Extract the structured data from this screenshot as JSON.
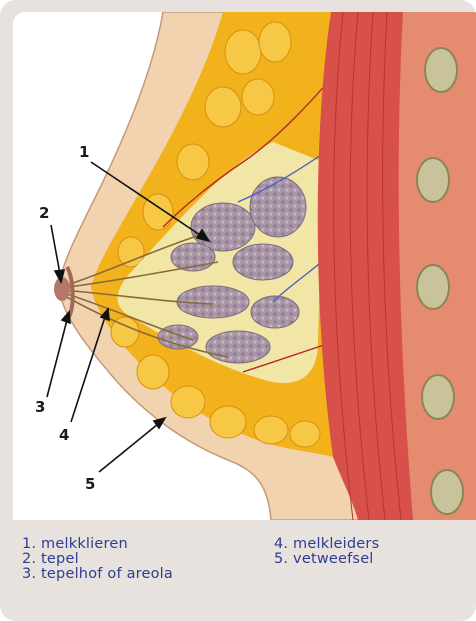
{
  "diagram": {
    "callouts": [
      {
        "number": "1",
        "target": "melkklieren"
      },
      {
        "number": "2",
        "target": "tepel"
      },
      {
        "number": "3",
        "target": "tepelhof"
      },
      {
        "number": "4",
        "target": "melkleiders"
      },
      {
        "number": "5",
        "target": "vetweefsel"
      }
    ]
  },
  "legend": {
    "left": [
      "1. melkklieren",
      "2. tepel",
      "3. tepelhof of areola"
    ],
    "right": [
      "4. melkleiders",
      "5. vetweefsel"
    ]
  },
  "colors": {
    "frame": "#e8e2de",
    "legend_text": "#2c3e8f",
    "skin": "#f2d3b0",
    "fat": "#f2b21c",
    "gland": "#9c8aa0",
    "muscle": "#d7504a",
    "rib": "#c9c39b"
  }
}
